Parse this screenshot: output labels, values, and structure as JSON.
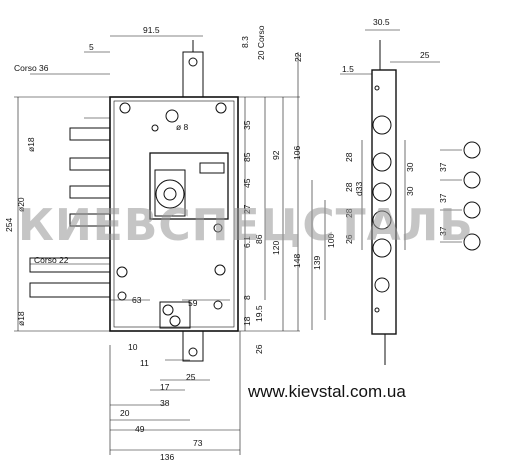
{
  "watermark": "КИЕВСПЕЦСТАЛЬ",
  "website": "www.kievstal.com.ua",
  "top_dims": {
    "d91_5": "91.5",
    "d5": "5",
    "d8_3": "8.3",
    "corso20": "20 Corso",
    "d22": "22",
    "corso36": "Corso 36"
  },
  "left_dims": {
    "d18a": "ø18",
    "d254": "254",
    "d20": "ø20",
    "corso22": "Corso 22",
    "d18b": "ø18"
  },
  "inner_dims": {
    "d8": "ø 8",
    "d63": "63",
    "d59": "59"
  },
  "right_dims": {
    "d35": "35",
    "d85": "85",
    "d92": "92",
    "d106": "106",
    "d45": "45",
    "d27": "27",
    "d6_1": "6.1",
    "d86": "86",
    "d120": "120",
    "d148": "148",
    "d8": "8",
    "d19_5": "19.5",
    "d26": "26",
    "d18": "18"
  },
  "bottom_dims": {
    "d10": "10",
    "d11": "11",
    "d17": "17",
    "d25": "25",
    "d38": "38",
    "d20": "20",
    "d49": "49",
    "d73": "73",
    "d136": "136"
  },
  "side_view": {
    "d30_5": "30.5",
    "d25": "25",
    "d1_5": "1.5",
    "d28a": "28",
    "d28b": "28",
    "d33": "d33",
    "d28c": "28",
    "d26": "26",
    "d100": "100",
    "d139": "139",
    "d30a": "30",
    "d30b": "30",
    "d37a": "37",
    "d37b": "37",
    "d37c": "37"
  }
}
